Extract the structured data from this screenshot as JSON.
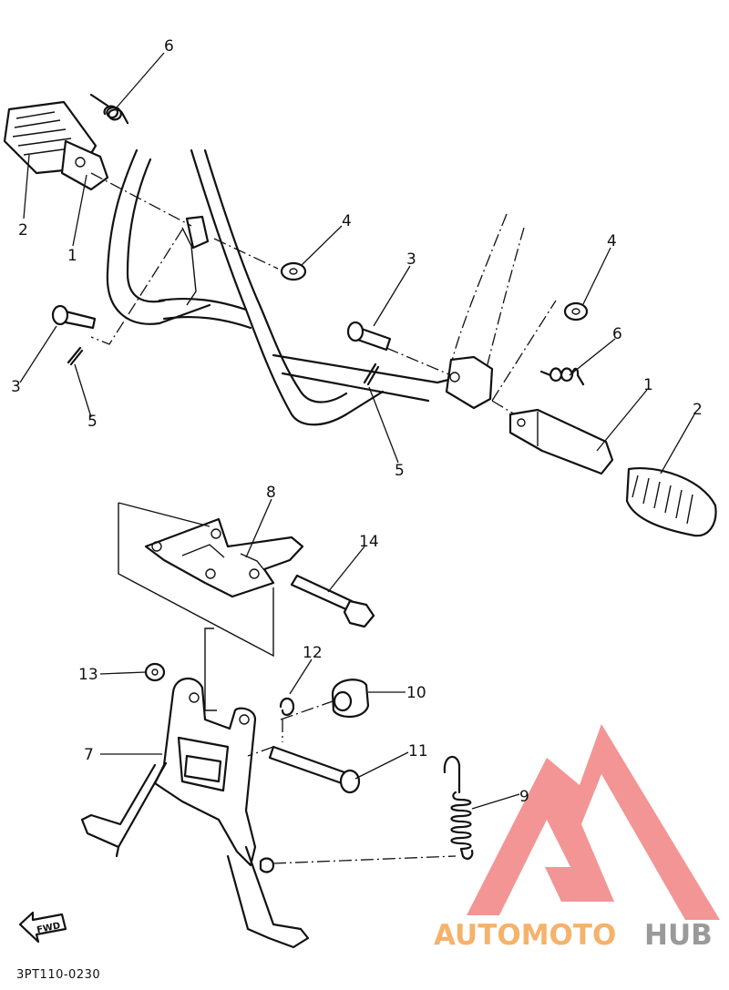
{
  "diagram": {
    "code": "3PT110-0230",
    "fwd_label": "FWD",
    "callouts": [
      {
        "id": "c-6a",
        "label": "6"
      },
      {
        "id": "c-2a",
        "label": "2"
      },
      {
        "id": "c-1a",
        "label": "1"
      },
      {
        "id": "c-4a",
        "label": "4"
      },
      {
        "id": "c-3a",
        "label": "3"
      },
      {
        "id": "c-5a",
        "label": "5"
      },
      {
        "id": "c-3b",
        "label": "3"
      },
      {
        "id": "c-4b",
        "label": "4"
      },
      {
        "id": "c-6b",
        "label": "6"
      },
      {
        "id": "c-5b",
        "label": "5"
      },
      {
        "id": "c-1b",
        "label": "1"
      },
      {
        "id": "c-2b",
        "label": "2"
      },
      {
        "id": "c-8",
        "label": "8"
      },
      {
        "id": "c-14",
        "label": "14"
      },
      {
        "id": "c-12",
        "label": "12"
      },
      {
        "id": "c-13",
        "label": "13"
      },
      {
        "id": "c-10",
        "label": "10"
      },
      {
        "id": "c-7",
        "label": "7"
      },
      {
        "id": "c-11",
        "label": "11"
      },
      {
        "id": "c-9",
        "label": "9"
      }
    ]
  },
  "watermark": {
    "brand_part1": "AUTOMOTO",
    "brand_part2": "HUB",
    "color_primary": "#f07a7a",
    "color_secondary": "#f5b26b",
    "color_tertiary": "#9a9a9a"
  }
}
